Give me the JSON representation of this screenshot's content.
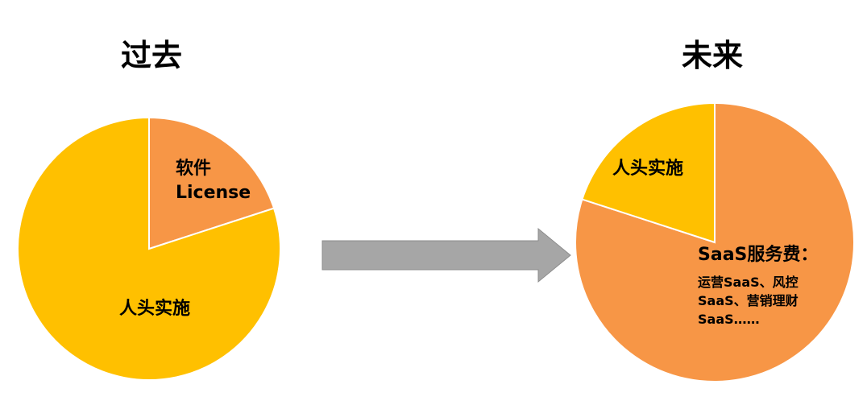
{
  "colors": {
    "yellow": "#FFC000",
    "orange": "#F79646",
    "arrow": "#A6A6A6",
    "arrow_border": "#8C8C8C"
  },
  "chart_data": [
    {
      "type": "pie",
      "title": "过去",
      "slices": [
        {
          "label_lines": [
            "软件",
            "License"
          ],
          "value": 0.2,
          "color": "#F79646"
        },
        {
          "label_lines": [
            "人头实施"
          ],
          "value": 0.8,
          "color": "#FFC000"
        }
      ]
    },
    {
      "type": "pie",
      "title": "未来",
      "slices": [
        {
          "label_lines": [
            "SaaS服务费：",
            "运营SaaS、风控",
            "SaaS、营销理财",
            "SaaS……"
          ],
          "value": 0.8,
          "color": "#F79646"
        },
        {
          "label_lines": [
            "人头实施"
          ],
          "value": 0.2,
          "color": "#FFC000"
        }
      ]
    }
  ]
}
